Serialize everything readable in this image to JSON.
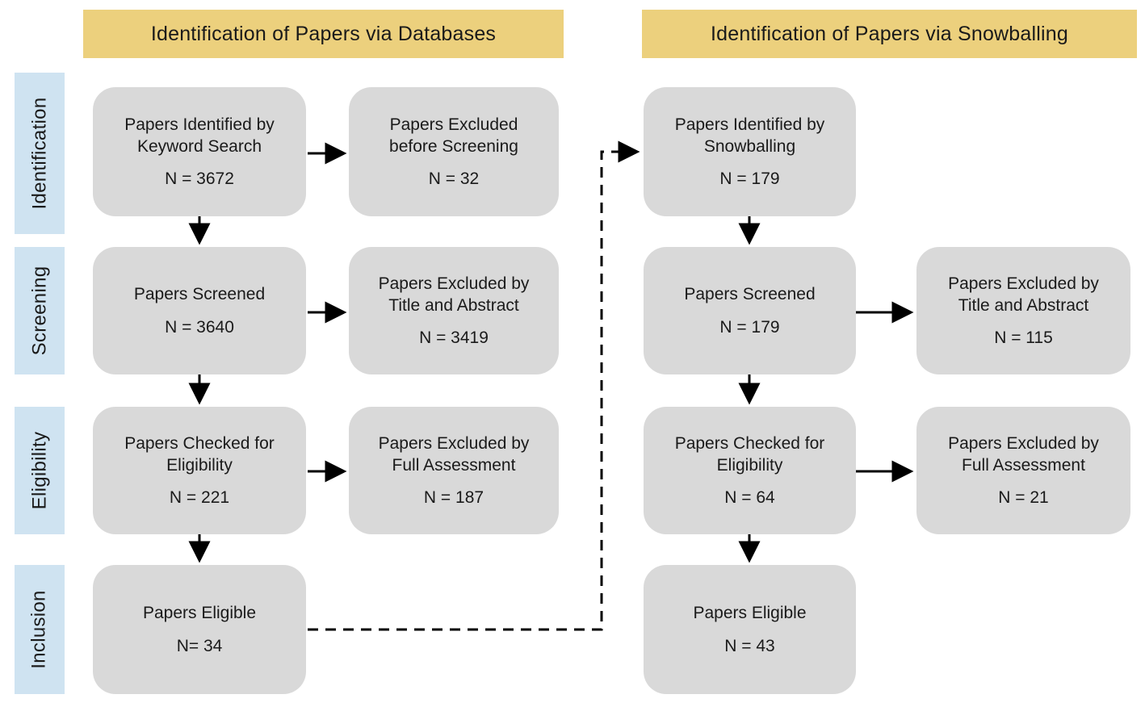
{
  "title": "PRISMA-style paper selection flow diagram",
  "colors": {
    "banner_bg": "#ecd07d",
    "stage_bg": "#cfe3f1",
    "box_bg": "#d9d9d9",
    "arrow": "#000000",
    "text": "#1a1a1a",
    "background": "#ffffff"
  },
  "banners": {
    "databases": "Identification of Papers via Databases",
    "snowballing": "Identification of Papers via Snowballing"
  },
  "stages": [
    {
      "label": "Identification"
    },
    {
      "label": "Screening"
    },
    {
      "label": "Eligibility"
    },
    {
      "label": "Inclusion"
    }
  ],
  "database_flow": {
    "main": [
      {
        "label": "Papers Identified by\nKeyword Search",
        "n": "N = 3672"
      },
      {
        "label": "Papers Screened",
        "n": "N = 3640"
      },
      {
        "label": "Papers Checked for\nEligibility",
        "n": "N = 221"
      },
      {
        "label": "Papers Eligible",
        "n": "N= 34"
      }
    ],
    "excluded": [
      {
        "label": "Papers Excluded\nbefore Screening",
        "n": "N = 32"
      },
      {
        "label": "Papers Excluded by\nTitle and Abstract",
        "n": "N = 3419"
      },
      {
        "label": "Papers Excluded by\nFull Assessment",
        "n": "N = 187"
      }
    ]
  },
  "snowballing_flow": {
    "main": [
      {
        "label": "Papers Identified by\nSnowballing",
        "n": "N = 179"
      },
      {
        "label": "Papers Screened",
        "n": "N = 179"
      },
      {
        "label": "Papers Checked for\nEligibility",
        "n": "N = 64"
      },
      {
        "label": "Papers Eligible",
        "n": "N = 43"
      }
    ],
    "excluded": [
      {
        "label": "Papers Excluded by\nTitle and Abstract",
        "n": "N = 115"
      },
      {
        "label": "Papers Excluded by\nFull Assessment",
        "n": "N = 21"
      }
    ]
  }
}
